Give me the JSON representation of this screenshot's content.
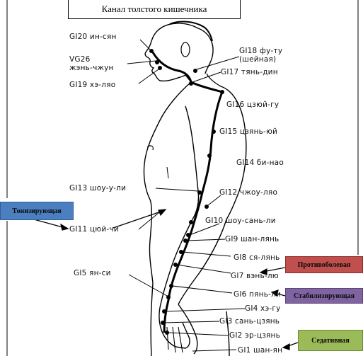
{
  "title": "Канал толстого  кишечника",
  "points": {
    "gi20": "GI20 ин-сян",
    "vg26a": "VG26",
    "vg26b": "жэнь-чжун",
    "gi19": "GI19 хэ-ляо",
    "gi18a": "GI18 фу-ту",
    "gi18b": "(шейная)",
    "gi17": "GI17 тянь-дин",
    "gi16": "GI16 цзюй-гу",
    "gi15": "GI15 цзянь-юй",
    "gi14": "GI14 би-нао",
    "gi13": "GI13 шоу-у-ли",
    "gi12": "GI12 чжоу-ляо",
    "gi11": "GI11 цюй-чи",
    "gi10": "GI10 шоу-сань-ли",
    "gi9": "GI9 шан-лянь",
    "gi8": "GI8 ся-лянь",
    "gi7": "GI7 вэнь-лю",
    "gi5": "GI5 ян-си",
    "gi6": "GI6 пянь-ли",
    "gi4": "GI4 хэ-гу",
    "gi3": "GI3 сань-цзянь",
    "gi2": "GI2 эр-цзянь",
    "gi1": "GI1 шан-ян"
  },
  "callouts": {
    "toni": "Тонизирующая",
    "prot": "Противоболевая",
    "stab": "Стабилизирующая",
    "sed": "Седативная"
  },
  "colors": {
    "toni": "#4b7fc0",
    "prot": "#c0504d",
    "stab": "#8064a2",
    "sed": "#9bbb59"
  }
}
